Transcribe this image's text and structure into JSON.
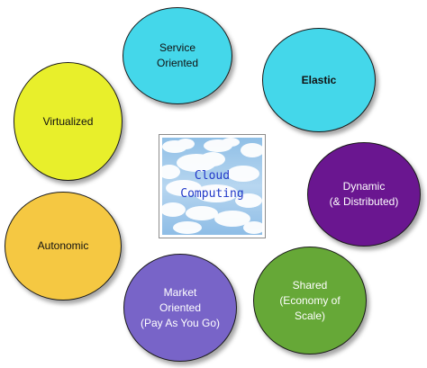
{
  "diagram": {
    "center": {
      "label": "Cloud\nComputing",
      "text_color": "#2038c8"
    },
    "circles": [
      {
        "label": "Service\nOriented",
        "color": "#44d7ea"
      },
      {
        "label": "Elastic",
        "color": "#44d7ea"
      },
      {
        "label": "Virtualized",
        "color": "#e8ef2b"
      },
      {
        "label": "Dynamic\n(& Distributed)",
        "color": "#6a1690"
      },
      {
        "label": "Autonomic",
        "color": "#f5c842"
      },
      {
        "label": "Market\nOriented\n(Pay As You Go)",
        "color": "#7864c8"
      },
      {
        "label": "Shared\n(Economy of\nScale)",
        "color": "#66a837"
      }
    ]
  }
}
